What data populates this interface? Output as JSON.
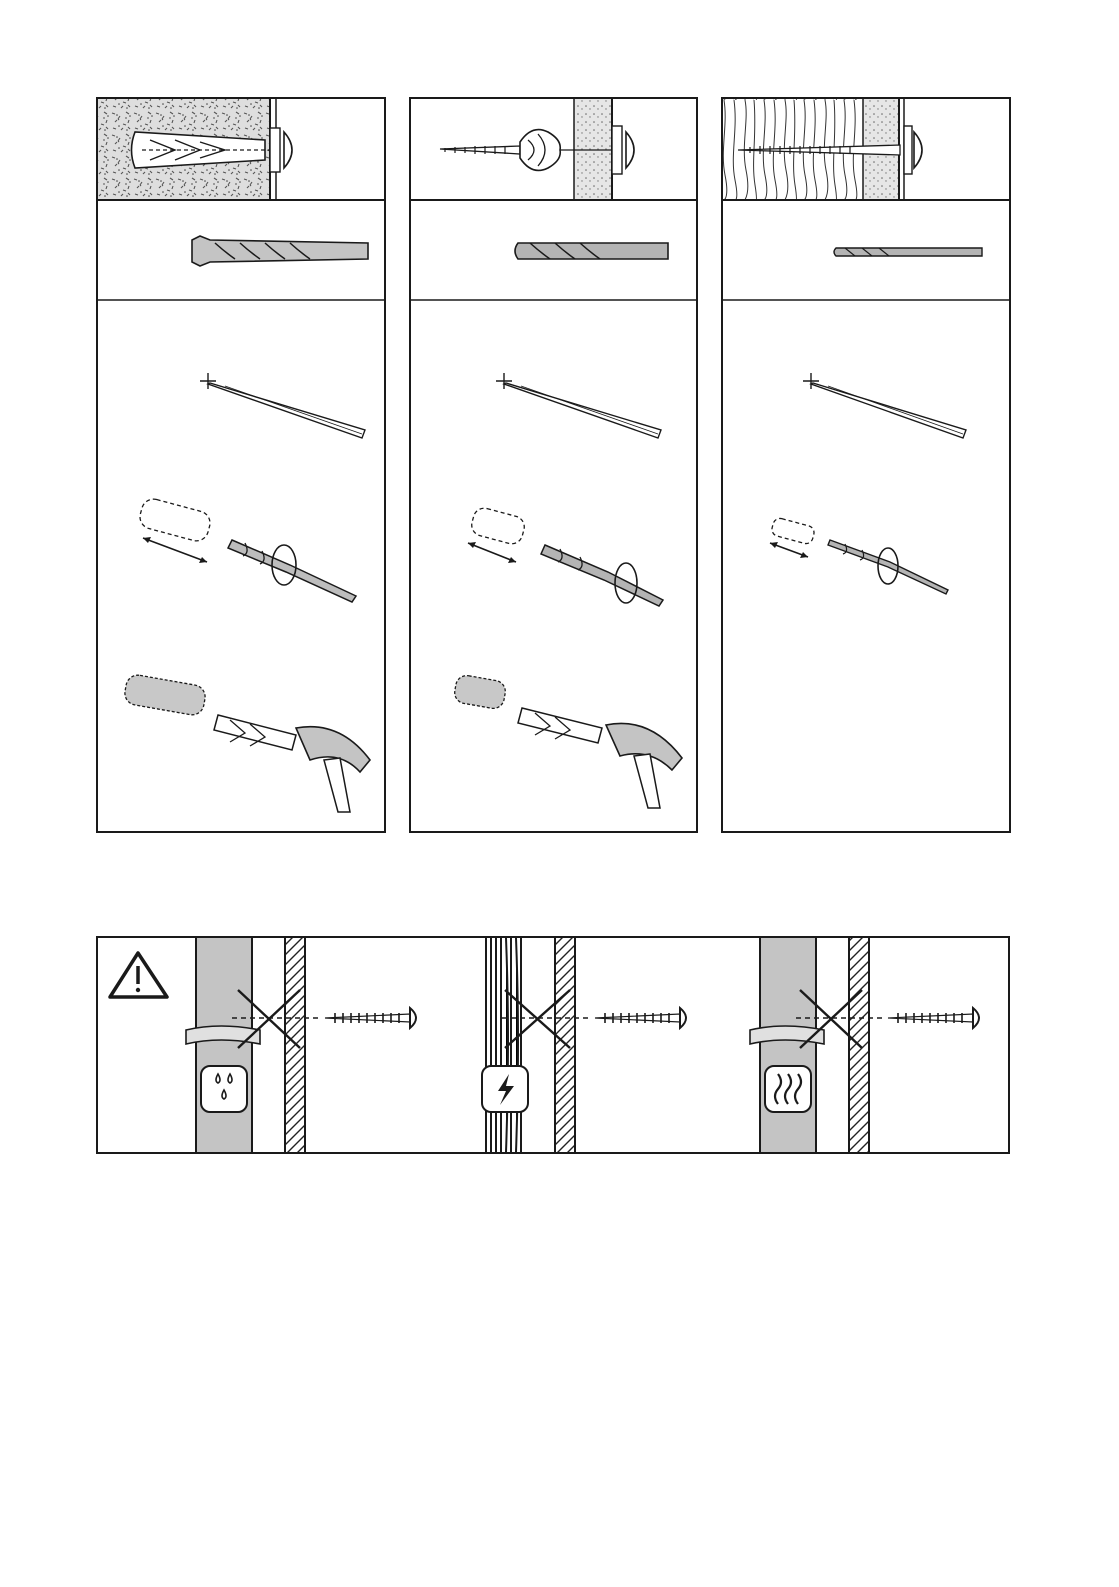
{
  "panels": [
    {
      "wall": "concrete",
      "method": "plug-and-screw",
      "drill_bit": "masonry-bit",
      "steps": [
        "mark-position",
        "drill-hole",
        "hammer-in-plug"
      ]
    },
    {
      "wall": "plasterboard",
      "method": "cavity-plug-screw",
      "drill_bit": "masonry-bit",
      "steps": [
        "mark-position",
        "drill-hole",
        "hammer-in-plug"
      ]
    },
    {
      "wall": "wood",
      "method": "direct-screw",
      "drill_bit": "wood-bit",
      "steps": [
        "mark-position",
        "drill-pilot-hole"
      ]
    }
  ],
  "warning": {
    "icon": "warning-triangle-icon",
    "hazards": [
      {
        "type": "water-pipe",
        "icon": "water-drops-icon"
      },
      {
        "type": "electric-cable",
        "icon": "lightning-icon"
      },
      {
        "type": "heating-pipe",
        "icon": "heat-waves-icon"
      }
    ]
  },
  "colors": {
    "line": "#1a1a1a",
    "pipe": "#c4c4c4",
    "bit": "#b4b4b4",
    "background": "#ffffff"
  }
}
